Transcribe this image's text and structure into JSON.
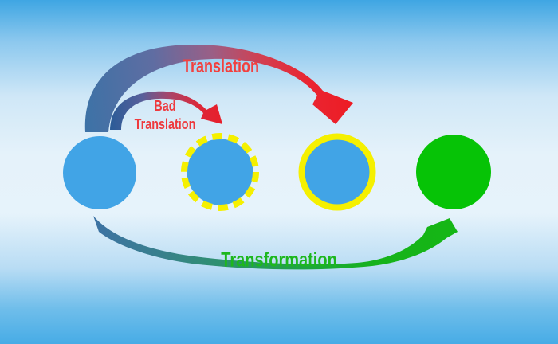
{
  "labels": {
    "translation": "Translation",
    "bad_translation": "Bad\nTranslation",
    "transformation": "Transformation"
  },
  "colors": {
    "background_top": "#3fa6e3",
    "background_middle": "#e5f2fa",
    "background_bottom": "#47ace6",
    "circle_blue": "#41a4e6",
    "circle_green": "#06c306",
    "outline_yellow": "#f5f000",
    "arrow_red": "#ed1c24",
    "arrow_tail_blue": "#3d72a6",
    "arrow_green": "#15b615",
    "label_red": "#f2413f",
    "label_green": "#1db71d"
  },
  "circles": [
    {
      "id": "source",
      "fill": "blue",
      "outline": "none"
    },
    {
      "id": "bad-translation-result",
      "fill": "blue",
      "outline": "yellow-dashed"
    },
    {
      "id": "translation-result",
      "fill": "blue",
      "outline": "yellow-solid"
    },
    {
      "id": "transformation-result",
      "fill": "green",
      "outline": "none"
    }
  ],
  "arrows": [
    {
      "id": "translation",
      "label": "Translation",
      "from": "source",
      "to": "translation-result",
      "color_start": "#3d72a6",
      "color_end": "#ed1c24"
    },
    {
      "id": "bad-translation",
      "label": "Bad Translation",
      "from": "source",
      "to": "bad-translation-result",
      "color_start": "#2b5c97",
      "color_end": "#e81e2a"
    },
    {
      "id": "transformation",
      "label": "Transformation",
      "from": "source",
      "to": "transformation-result",
      "color_start": "#3d72a4",
      "color_end": "#15b615"
    }
  ]
}
